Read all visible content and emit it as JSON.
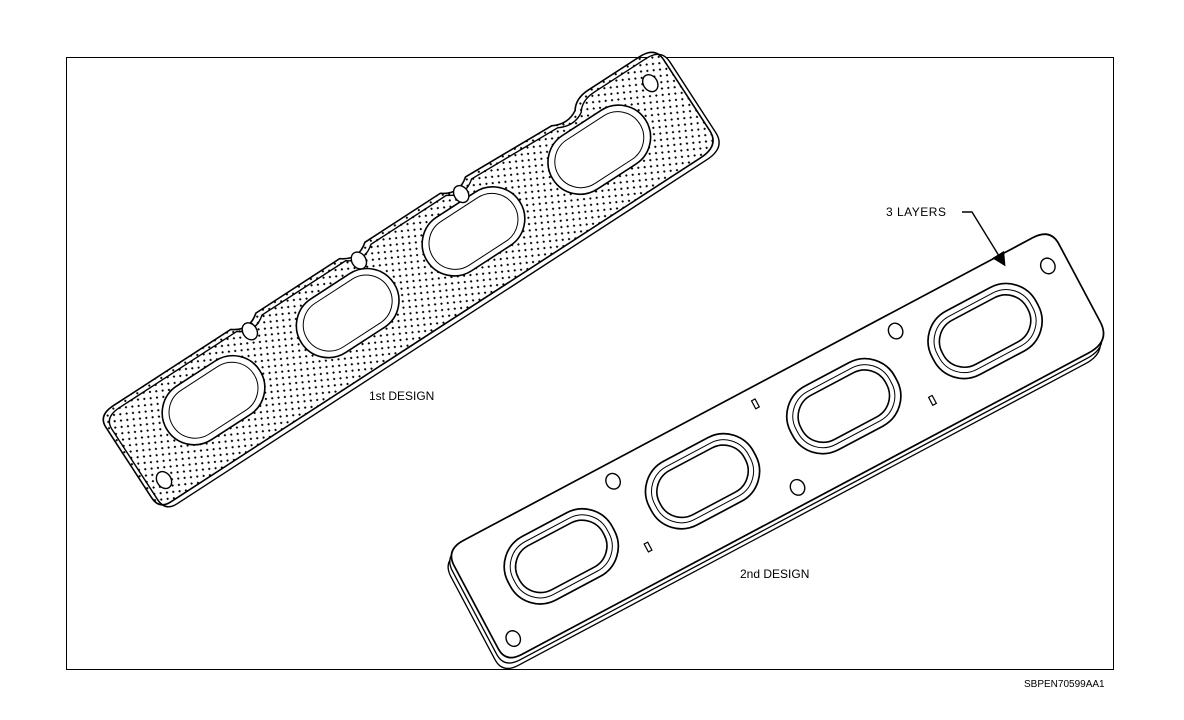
{
  "labels": {
    "first_design": "1st DESIGN",
    "second_design": "2nd DESIGN",
    "layers_callout": "3  LAYERS",
    "reference_code": "SBPEN70599AA1"
  },
  "colors": {
    "ink": "#000000",
    "paper": "#ffffff"
  }
}
